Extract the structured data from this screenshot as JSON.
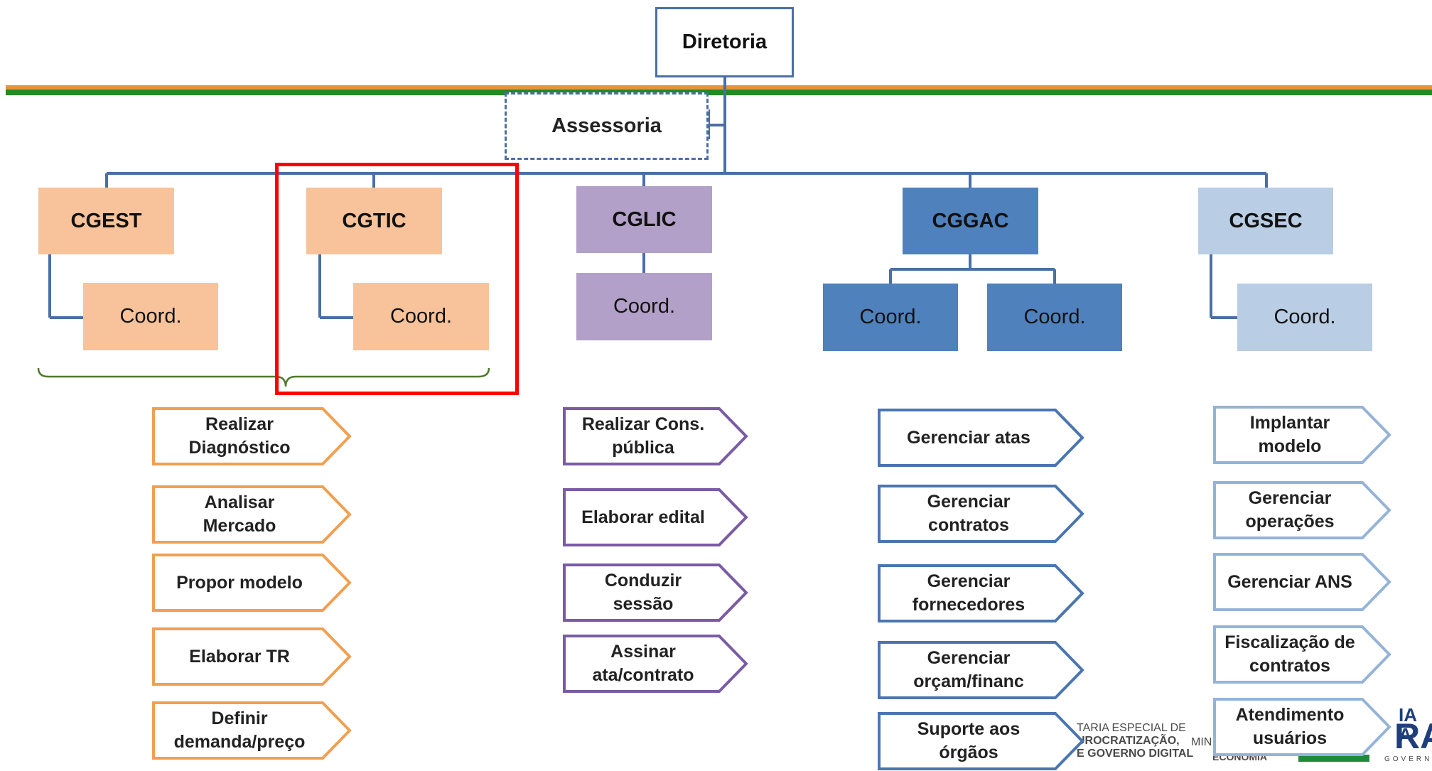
{
  "title": "Diretoria",
  "assessoria": "Assessoria",
  "colors": {
    "orange": "#f8c39a",
    "purple": "#b2a0c8",
    "blue_dark": "#4f81bd",
    "blue_light": "#b9cde4",
    "line": "#4b6fa5",
    "green_rule": "#228b22",
    "orange_rule": "#e8923a",
    "highlight": "#ff0000"
  },
  "units": [
    {
      "name": "CGEST",
      "coords": [
        "Coord."
      ]
    },
    {
      "name": "CGTIC",
      "coords": [
        "Coord."
      ]
    },
    {
      "name": "CGLIC",
      "coords": [
        "Coord."
      ]
    },
    {
      "name": "CGGAC",
      "coords": [
        "Coord.",
        "Coord."
      ]
    },
    {
      "name": "CGSEC",
      "coords": [
        "Coord."
      ]
    }
  ],
  "activities": {
    "estudo": [
      "Realizar\nDiagnóstico",
      "Analisar\nMercado",
      "Propor modelo",
      "Elaborar TR",
      "Definir\ndemanda/preço"
    ],
    "licitacao": [
      "Realizar Cons.\npública",
      "Elaborar edital",
      "Conduzir\nsessão",
      "Assinar\nata/contrato"
    ],
    "gestao": [
      "Gerenciar atas",
      "Gerenciar\ncontratos",
      "Gerenciar\nfornecedores",
      "Gerenciar\norçam/financ",
      "Suporte aos\nórgãos"
    ],
    "servicos": [
      "Implantar\nmodelo",
      "Gerenciar\noperações",
      "Gerenciar ANS",
      "Fiscalização de\ncontratos",
      "Atendimento\nusuários"
    ]
  },
  "footer": {
    "line1": "TARIA ESPECIAL DE",
    "line2": "UROCRATIZAÇÃO,",
    "line3": "E GOVERNO DIGITAL",
    "ministry_a": "MIN",
    "ministry_b": "ECONOMIA",
    "brand_top": "IA A",
    "brand_big": "RA",
    "brand_small": "GOVERNO"
  }
}
